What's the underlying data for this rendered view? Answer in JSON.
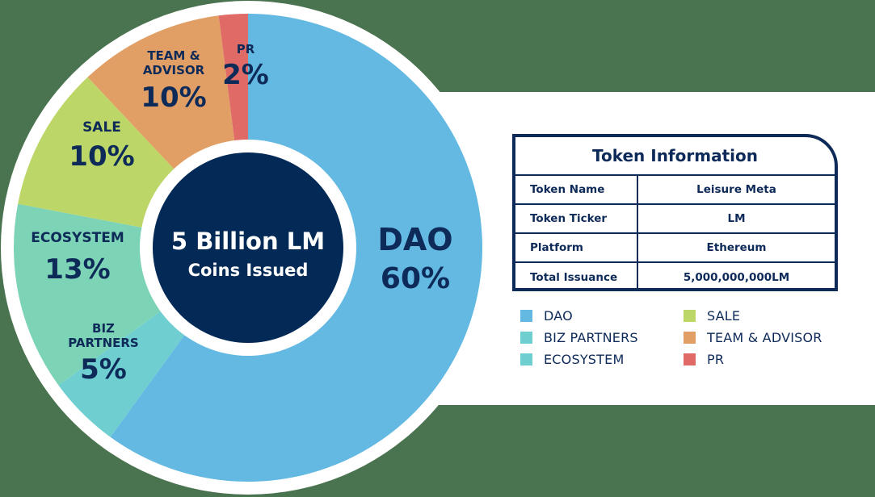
{
  "chart_data": {
    "type": "pie",
    "variant": "donut",
    "title": "5 Billion LM Coins Issued",
    "center_label": {
      "line1": "5 Billion LM",
      "line2": "Coins Issued"
    },
    "categories": [
      "DAO",
      "BIZ PARTNERS",
      "ECOSYSTEM",
      "SALE",
      "TEAM & ADVISOR",
      "PR"
    ],
    "values": [
      60,
      5,
      13,
      10,
      10,
      2
    ],
    "unit": "%",
    "colors": [
      "#63b9e2",
      "#6fcfd0",
      "#7dd3b6",
      "#bcd667",
      "#e29f65",
      "#e06a66"
    ],
    "start_angle_deg": 0,
    "direction": "clockwise",
    "slice_labels": [
      {
        "lines": [
          "DAO"
        ],
        "value": "60%"
      },
      {
        "lines": [
          "BIZ",
          "PARTNERS"
        ],
        "value": "5%"
      },
      {
        "lines": [
          "ECOSYSTEM"
        ],
        "value": "13%"
      },
      {
        "lines": [
          "SALE"
        ],
        "value": "10%"
      },
      {
        "lines": [
          "TEAM &",
          "ADVISOR"
        ],
        "value": "10%"
      },
      {
        "lines": [
          "PR"
        ],
        "value": "2%"
      }
    ],
    "legend": {
      "position": "right-bottom",
      "entries": [
        {
          "label": "DAO",
          "color": "#63b9e2"
        },
        {
          "label": "SALE",
          "color": "#bcd667"
        },
        {
          "label": "BIZ PARTNERS",
          "color": "#6fcfd0"
        },
        {
          "label": "TEAM & ADVISOR",
          "color": "#e29f65"
        },
        {
          "label": "ECOSYSTEM",
          "color": "#6fcfd0"
        },
        {
          "label": "PR",
          "color": "#e06a66"
        }
      ]
    }
  },
  "token_info": {
    "title": "Token Information",
    "rows": [
      {
        "key": "Token Name",
        "value": "Leisure Meta"
      },
      {
        "key": "Token Ticker",
        "value": "LM"
      },
      {
        "key": "Platform",
        "value": "Ethereum"
      },
      {
        "key": "Total Issuance",
        "value": "5,000,000,000LM"
      }
    ]
  },
  "colors": {
    "background": "#4a7350",
    "navy": "#0d2a58",
    "center_circle": "#032a56",
    "ring": "#ffffff"
  }
}
